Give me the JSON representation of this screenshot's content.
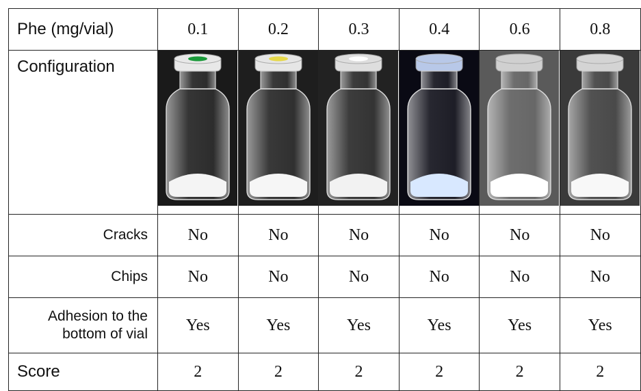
{
  "header": {
    "label": "Phe (mg/vial)",
    "values": [
      "0.1",
      "0.2",
      "0.3",
      "0.4",
      "0.6",
      "0.8"
    ]
  },
  "configuration": {
    "label": "Configuration",
    "photos": [
      {
        "background": "#1a1a1a",
        "cap": "#e8e8e8",
        "cap_mark": "#1a9a3a",
        "cake": "#f4f4f4"
      },
      {
        "background": "#1e1e1e",
        "cap": "#e6e6e6",
        "cap_mark": "#e6d84a",
        "cake": "#f6f6f6"
      },
      {
        "background": "#222222",
        "cap": "#dedede",
        "cap_mark": "#ffffff",
        "cake": "#f2f2f2"
      },
      {
        "background": "#0a0a14",
        "cap": "#b8c8e8",
        "cap_mark": "#b8c8e8",
        "cake": "#d8e8ff"
      },
      {
        "background": "#5a5a5a",
        "cap": "#d0d0d0",
        "cap_mark": "#d0d0d0",
        "cake": "#ffffff"
      },
      {
        "background": "#3a3a3a",
        "cap": "#d4d4d4",
        "cap_mark": "#d4d4d4",
        "cake": "#f8f8f8"
      }
    ]
  },
  "cracks": {
    "label": "Cracks",
    "values": [
      "No",
      "No",
      "No",
      "No",
      "No",
      "No"
    ]
  },
  "chips": {
    "label": "Chips",
    "values": [
      "No",
      "No",
      "No",
      "No",
      "No",
      "No"
    ]
  },
  "adhesion": {
    "label_line1": "Adhesion to the",
    "label_line2": "bottom of vial",
    "values": [
      "Yes",
      "Yes",
      "Yes",
      "Yes",
      "Yes",
      "Yes"
    ]
  },
  "score": {
    "label": "Score",
    "values": [
      "2",
      "2",
      "2",
      "2",
      "2",
      "2"
    ]
  }
}
